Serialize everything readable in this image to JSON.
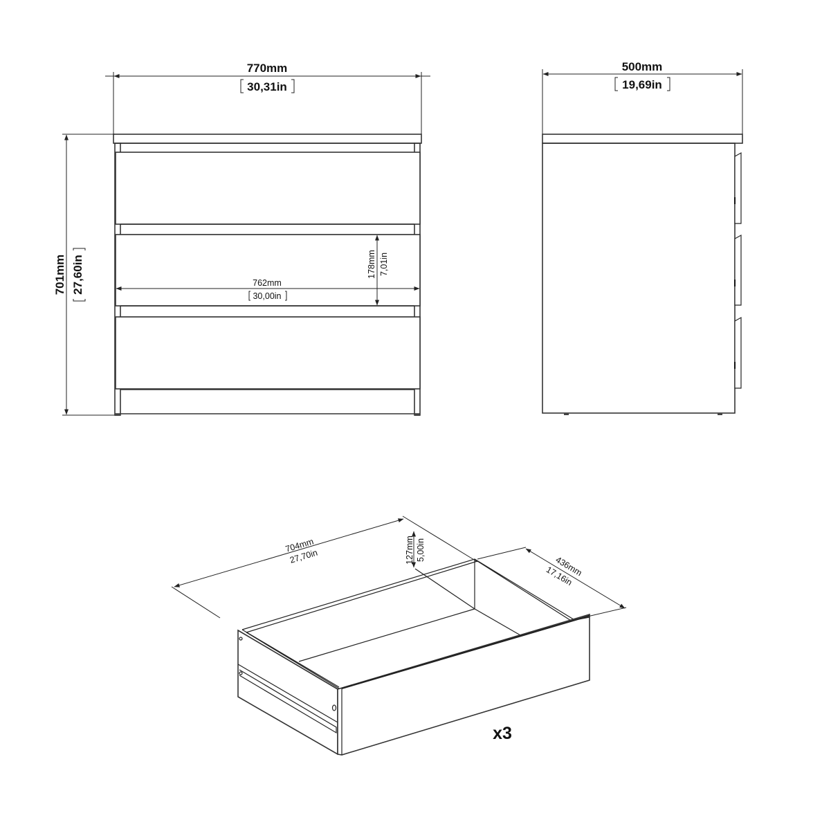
{
  "front_view": {
    "width_mm": "770mm",
    "width_in": "30,31in",
    "height_mm": "701mm",
    "height_in": "27,60in",
    "drawer_width_mm": "762mm",
    "drawer_width_in": "30,00in",
    "drawer_height_mm": "178mm",
    "drawer_height_in": "7,01in",
    "drawer_count_shown": 3
  },
  "side_view": {
    "depth_mm": "500mm",
    "depth_in": "19,69in"
  },
  "drawer_detail": {
    "length_mm": "704mm",
    "length_in": "27,70in",
    "height_mm": "127mm",
    "height_in": "5,00in",
    "depth_mm": "436mm",
    "depth_in": "17,16in",
    "quantity": "x3"
  },
  "colors": {
    "line": "#222222",
    "background": "#ffffff"
  }
}
